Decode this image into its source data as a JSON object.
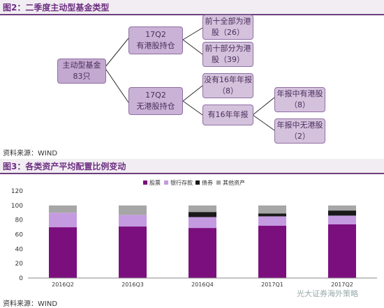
{
  "fig2": {
    "title": "图2：二季度主动型基金类型",
    "source": "资料来源：WIND",
    "root": {
      "line1": "主动型基金",
      "line2": "83只"
    },
    "branch_top": {
      "line1": "17Q2",
      "line2": "有港股持仓"
    },
    "branch_bottom": {
      "line1": "17Q2",
      "line2": "无港股持仓"
    },
    "leaf_top1": {
      "line1": "前十全部为港",
      "line2": "股（26）"
    },
    "leaf_top2": {
      "line1": "前十部分为港",
      "line2": "股（39）"
    },
    "leaf_no16": {
      "line1": "没有16年年报",
      "line2": "（8）"
    },
    "leaf_has16": {
      "line1": "有16年年报",
      "line2": ""
    },
    "leaf_hk_yes": {
      "line1": "年报中有港股",
      "line2": "（8）"
    },
    "leaf_hk_no": {
      "line1": "年报中无港股",
      "line2": "（2）"
    }
  },
  "fig3": {
    "title": "图3：各类资产平均配置比例变动",
    "source": "资料来源：WIND",
    "watermark": "光大证券海外策略"
  },
  "chart_data": {
    "type": "bar",
    "stacked": true,
    "categories": [
      "2016Q2",
      "2016Q3",
      "2016Q4",
      "2017Q1",
      "2017Q2"
    ],
    "series": [
      {
        "name": "股票",
        "color": "#7b0f7e",
        "values": [
          70,
          71,
          69,
          72,
          74
        ]
      },
      {
        "name": "银行存款",
        "color": "#c49be0",
        "values": [
          20,
          16,
          15,
          13,
          12
        ]
      },
      {
        "name": "债券",
        "color": "#1a1a1a",
        "values": [
          0,
          0,
          7,
          4,
          7
        ]
      },
      {
        "name": "其他资产",
        "color": "#a6a6a6",
        "values": [
          10,
          13,
          9,
          11,
          7
        ]
      }
    ],
    "y_ticks": [
      0,
      20,
      40,
      60,
      80,
      100,
      120
    ],
    "ylim": [
      0,
      120
    ],
    "legend_position": "top-center",
    "grid": false
  }
}
